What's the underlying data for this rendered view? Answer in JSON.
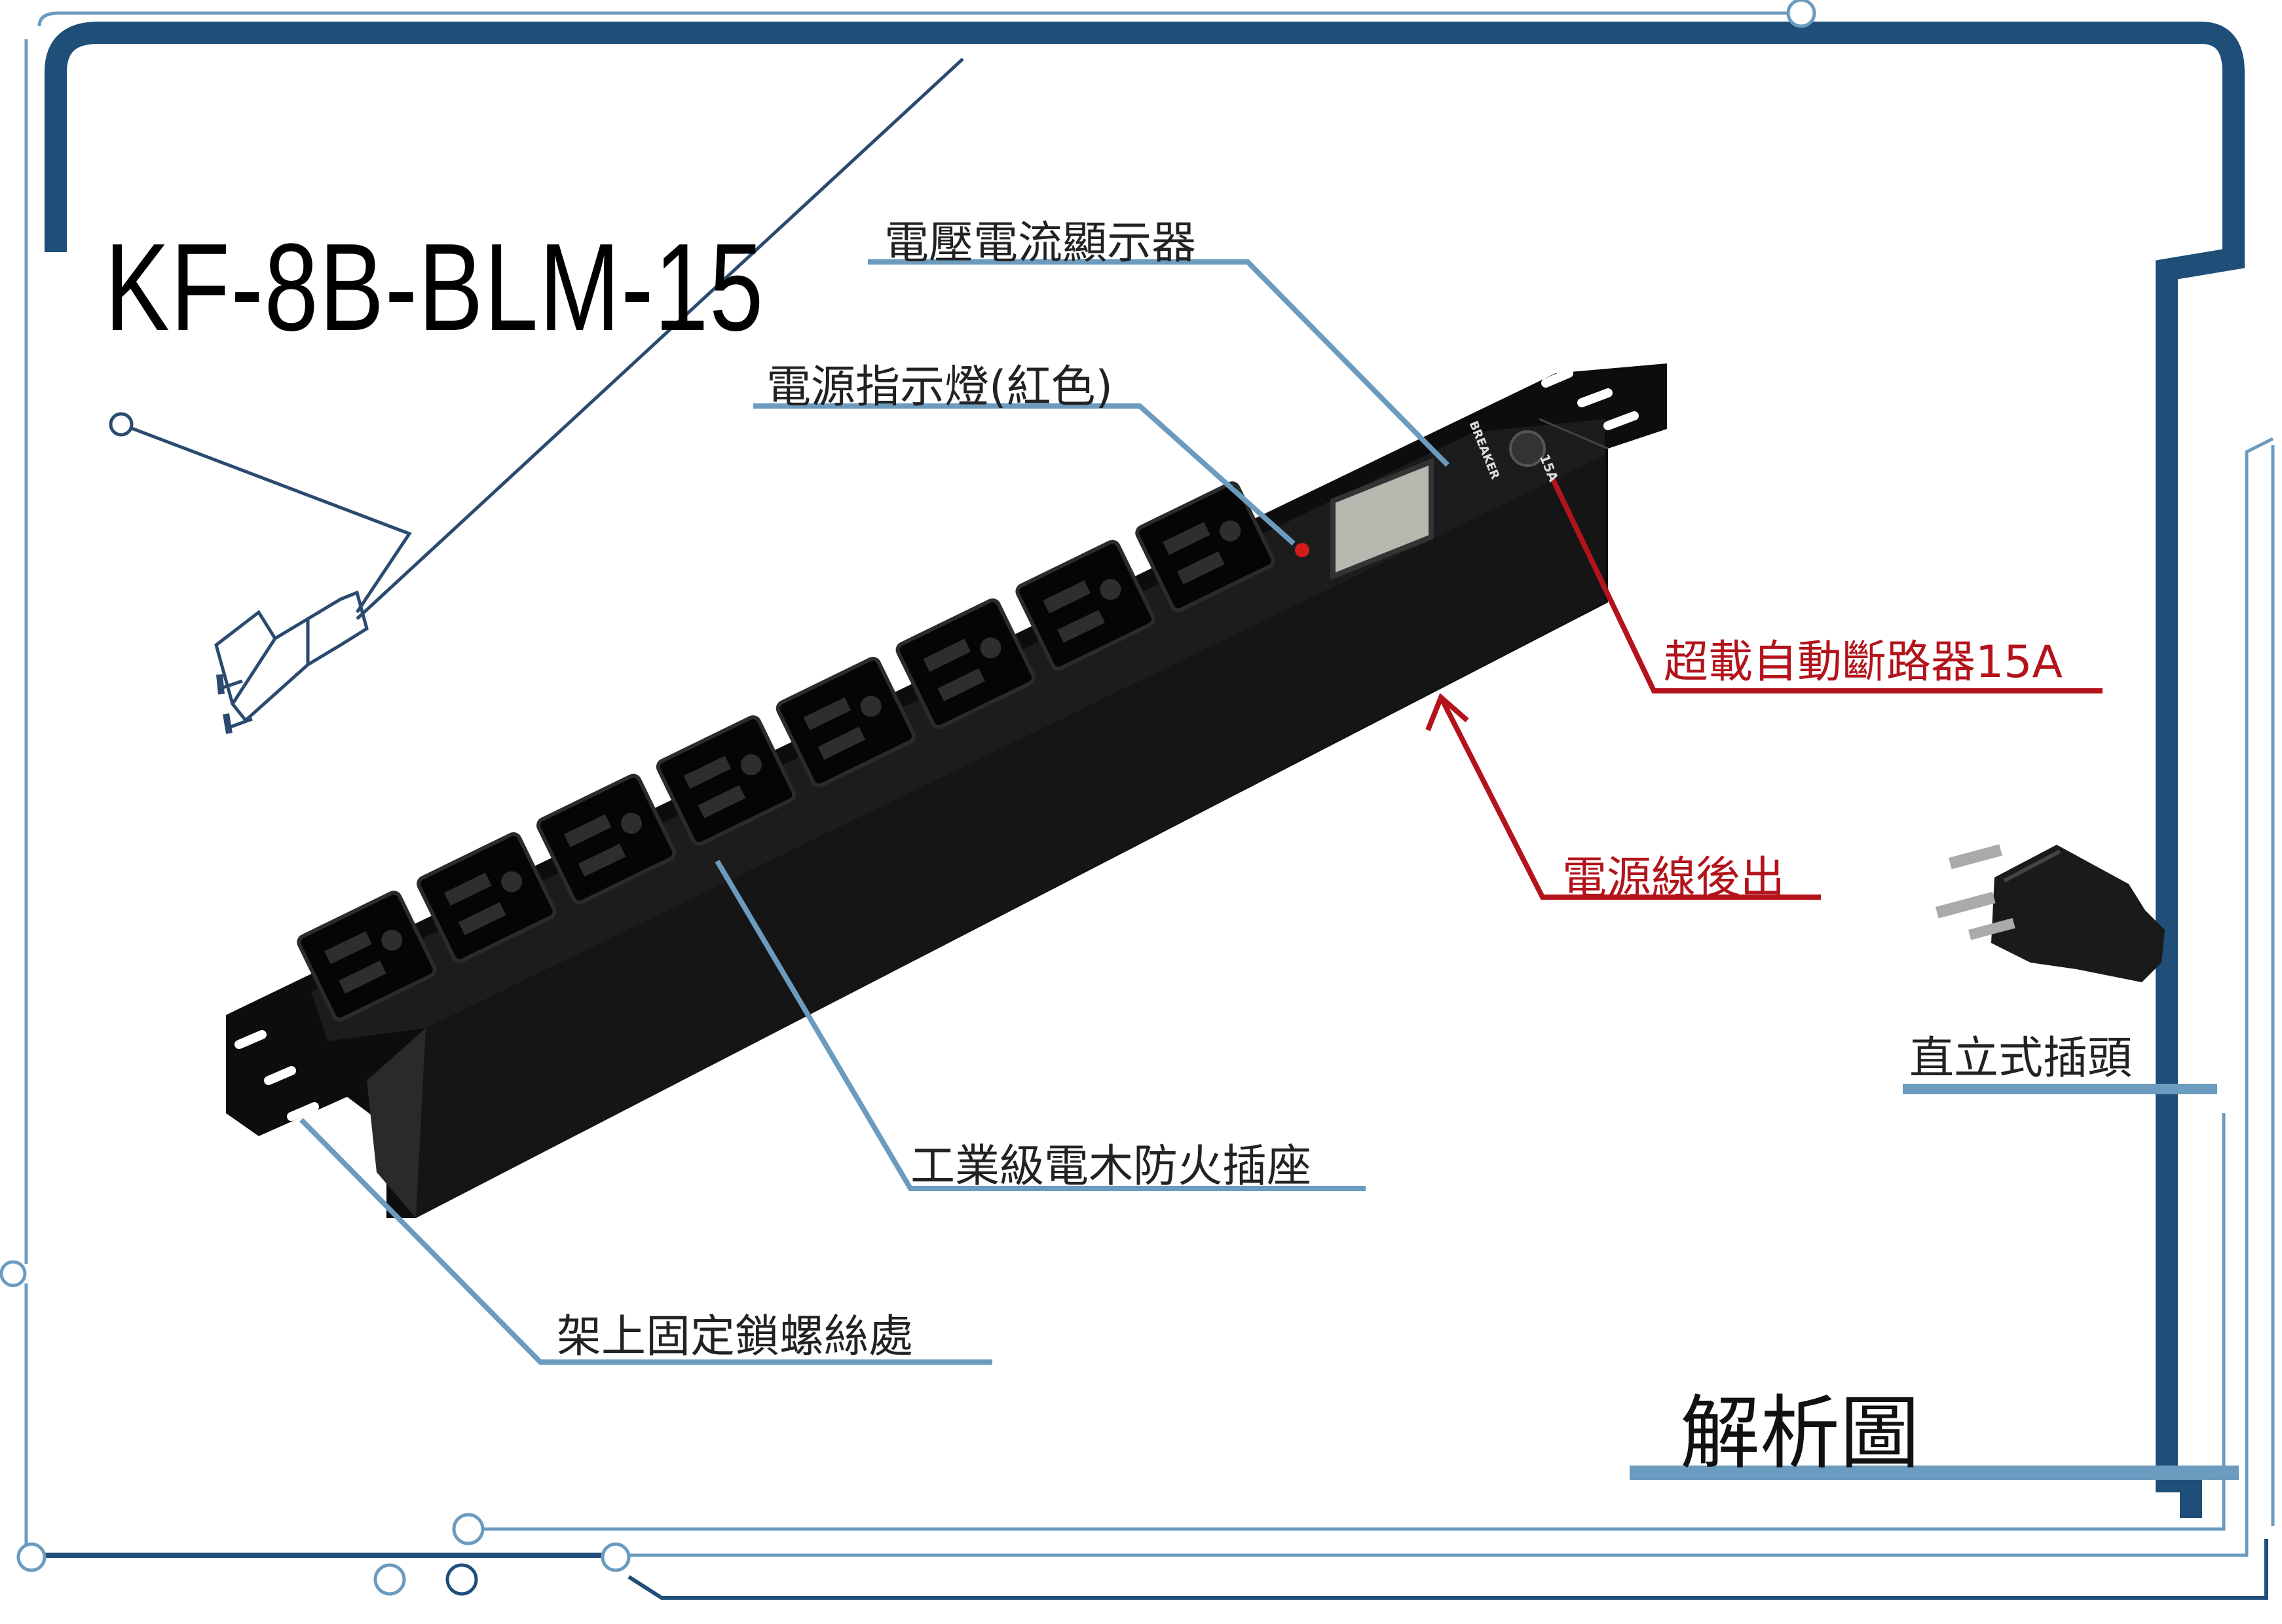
{
  "model_number": "KF-8B-BLM-15",
  "diagram_title": "解析圖",
  "breaker_marking": "BREAKER",
  "breaker_rating_marking": "15A",
  "callouts": {
    "display": "電壓電流顯示器",
    "power_light": "電源指示燈(紅色)",
    "breaker": "超載自動斷路器15A",
    "cable_exit": "電源線後出",
    "plug_type": "直立式插頭",
    "outlets": "工業級電木防火插座",
    "mount": "架上固定鎖螺絲處"
  },
  "colors": {
    "frame_blue": "#1f4e79",
    "leader_blue": "#6b9bbf",
    "leader_red": "#b3131b",
    "pdu_body": "#111111"
  },
  "outlet_count": 8
}
